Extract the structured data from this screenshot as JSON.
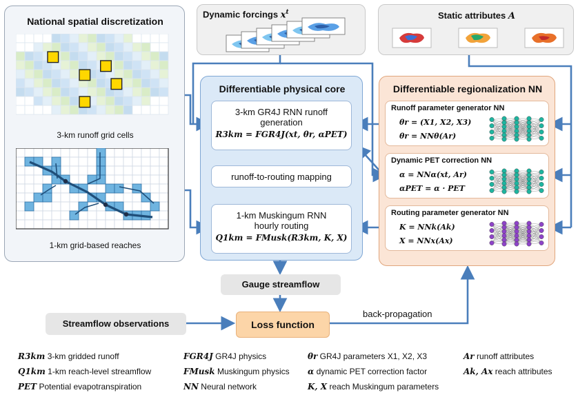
{
  "spatial": {
    "title": "National spatial discretization",
    "grid_caption": "3-km runoff grid cells",
    "reach_caption": "1-km grid-based reaches"
  },
  "dynamic": {
    "label": "Dynamic forcings ",
    "sym": "x",
    "sup": "t"
  },
  "static": {
    "label": "Static attributes ",
    "sym": "A"
  },
  "core": {
    "title": "Differentiable physical core",
    "gr4j_line1": "3-km GR4J RNN runoff",
    "gr4j_line2": "generation",
    "gr4j_eq": "R3km = FGR4J(xt, θr, αPET)",
    "mapping": "runoff-to-routing mapping",
    "musk_line1": "1-km Muskingum RNN",
    "musk_line2": "hourly routing",
    "musk_eq": "Q1km = FMusk(R3km, K, X)"
  },
  "region": {
    "title": "Differentiable regionalization NN",
    "runoff_nn": {
      "title": "Runoff parameter generator NN",
      "eq1": "θr = (X1, X2, X3)",
      "eq2": "θr = NNθ(Ar)"
    },
    "pet_nn": {
      "title": "Dynamic PET correction NN",
      "eq1": "α = NNα(xt, Ar)",
      "eq2": "αPET = α · PET"
    },
    "routing_nn": {
      "title": "Routing parameter generator NN",
      "eq1": "K = NNk(Ak)",
      "eq2": "X = NNx(Ax)"
    }
  },
  "gauge": "Gauge streamflow",
  "observations": "Streamflow observations",
  "loss": "Loss function",
  "backprop": "back-propagation",
  "legend": {
    "r3km_sym": "R3km",
    "r3km_desc": "3-km gridded runoff",
    "q1km_sym": "Q1km",
    "q1km_desc": "1-km reach-level streamflow",
    "pet_sym": "PET",
    "pet_desc": "Potential evapotranspiration",
    "fgr4j_sym": "FGR4J",
    "fgr4j_desc": "GR4J physics",
    "fmusk_sym": "FMusk",
    "fmusk_desc": "Muskingum physics",
    "nn_sym": "NN",
    "nn_desc": "Neural network",
    "theta_sym": "θr",
    "theta_desc": "GR4J parameters X1, X2, X3",
    "alpha_sym": "α",
    "alpha_desc": "dynamic PET correction factor",
    "kx_sym": "K, X",
    "kx_desc": "reach Muskingum parameters",
    "ar_sym": "Ar",
    "ar_desc": "runoff attributes",
    "akx_sym": "Ak, Ax",
    "akx_desc": "reach attributes"
  },
  "colors": {
    "arrow": "#4a7ebb",
    "core_fill": "#dbe9f7",
    "region_fill": "#fbe5d6",
    "loss_fill": "#fcd5a8",
    "teal_node": "#1fb5a0",
    "purple_node": "#8e44c8",
    "grid_yellow": "#ffd700",
    "reach_blue": "#6fb4e0"
  }
}
